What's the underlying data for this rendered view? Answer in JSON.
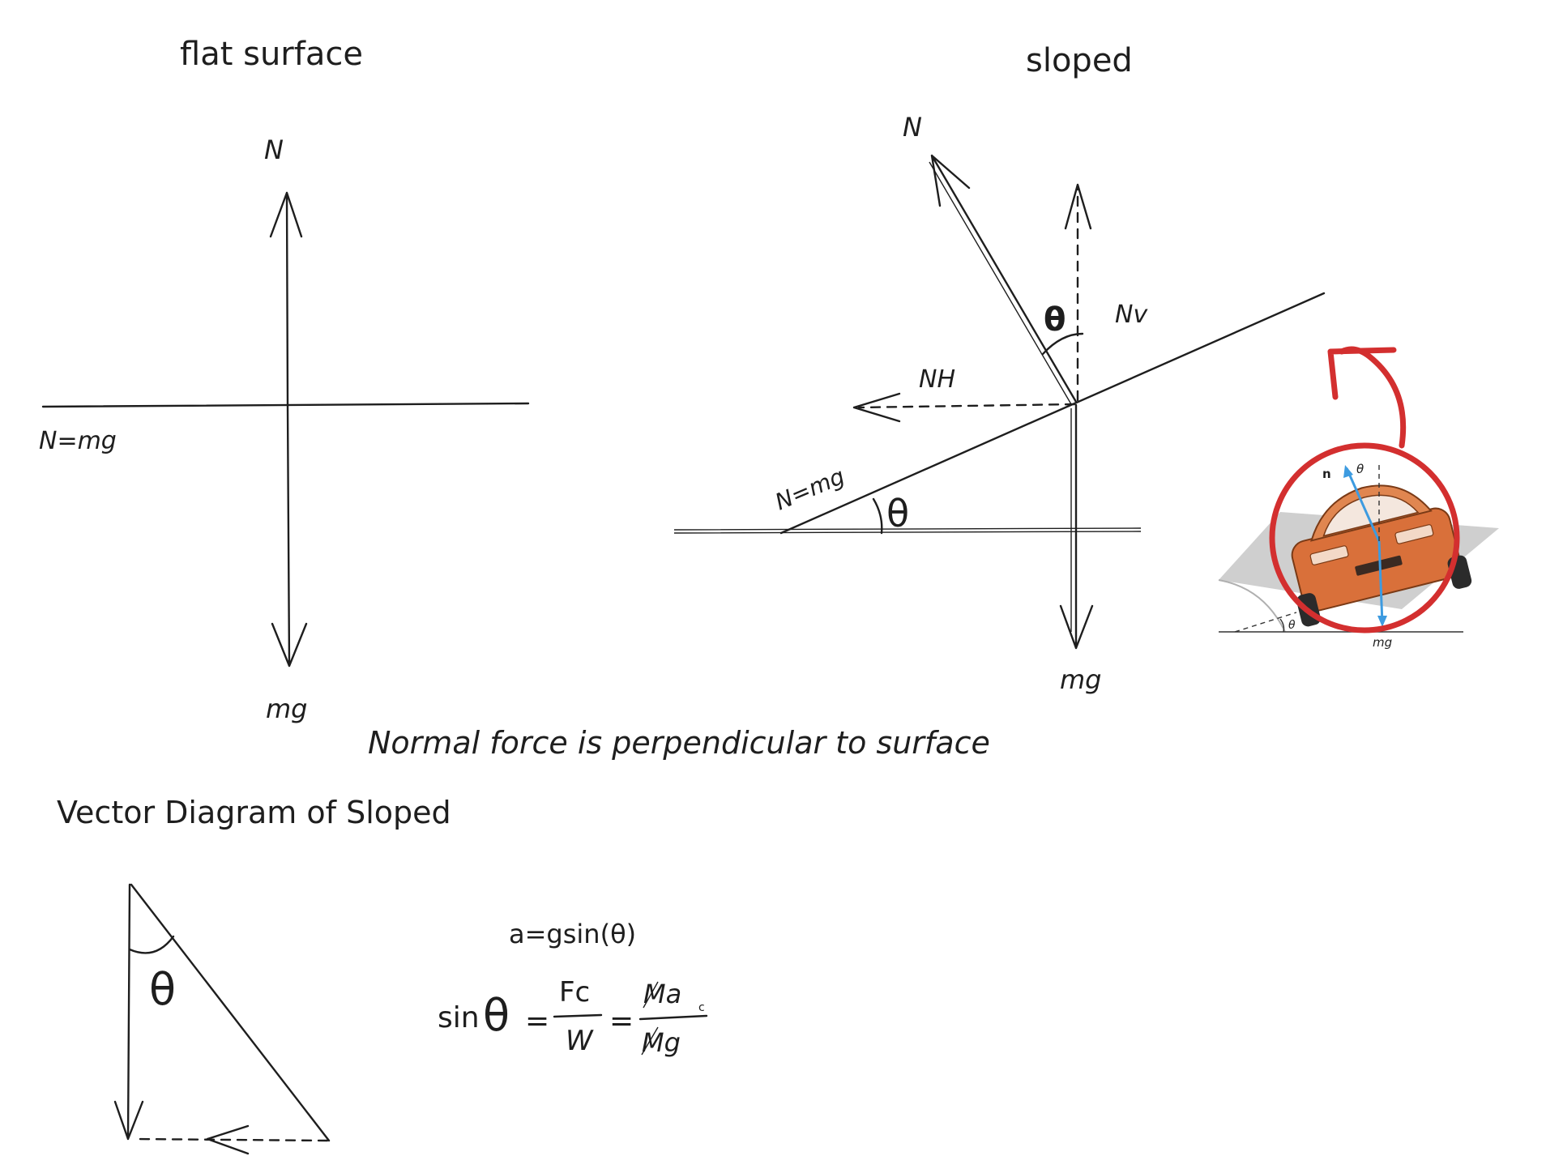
{
  "flat": {
    "title": "flat surface",
    "label_up": "N",
    "label_down": "mg",
    "label_eq": "N=mg"
  },
  "sloped": {
    "title": "sloped",
    "label_n": "N",
    "label_nv": "Nv",
    "label_nh": "NH",
    "label_theta_top": "θ",
    "label_eq": "N=mg",
    "label_theta_incline": "θ",
    "label_mg": "mg"
  },
  "inset": {
    "label_n": "n",
    "label_theta_top": "θ",
    "label_theta_bottom": "θ",
    "label_mg": "mg",
    "colors": {
      "circle": "#d32f2f",
      "force": "#3d9be0",
      "car": "#d9703a",
      "road": "#cfcfcf"
    }
  },
  "caption": "Normal force is perpendicular to surface",
  "vector": {
    "title": "Vector Diagram of Sloped",
    "label_theta": "θ"
  },
  "equations": {
    "accel": "a=gsin(θ)",
    "sin": "sin",
    "theta": "θ",
    "eq1": "=",
    "fc": "Fc",
    "w": "W",
    "eq2": "=",
    "ma": "Ma",
    "ma_sub": "c",
    "mg": "Mg"
  }
}
